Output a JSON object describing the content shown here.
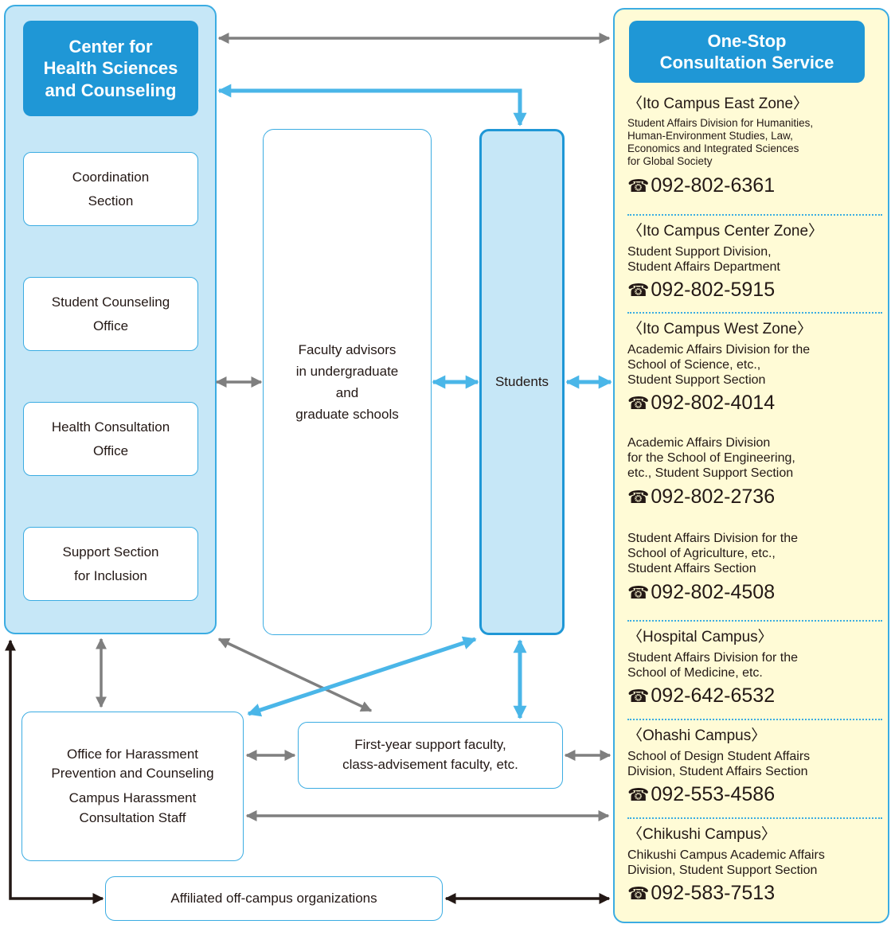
{
  "colors": {
    "blue": "#1f97d6",
    "light_blue_fill": "#c6e7f7",
    "sky_arrow": "#4ab6e8",
    "gray_arrow": "#7f7f7f",
    "black_arrow": "#231815",
    "cream": "#fffbd6"
  },
  "center": {
    "title": "Center for\nHealth Sciences\nand Counseling",
    "sections": [
      "Coordination\nSection",
      "Student Counseling\nOffice",
      "Health Consultation\nOffice",
      "Support Section\nfor Inclusion"
    ]
  },
  "faculty_advisors": "Faculty advisors\nin undergraduate\nand\ngraduate schools",
  "students": "Students",
  "first_year": "First-year support faculty,\nclass-advisement faculty, etc.",
  "harassment": {
    "office": "Office for Harassment\nPrevention and Counseling",
    "staff": "Campus Harassment\nConsultation Staff"
  },
  "affiliated": "Affiliated off-campus organizations",
  "onestop": {
    "title": "One-Stop\nConsultation Service",
    "phone_icon": "telephone-icon",
    "sections": [
      {
        "zone": "〈Ito Campus East Zone〉",
        "desc": "Student Affairs Division for Humanities,\nHuman-Environment Studies, Law,\nEconomics and Integrated Sciences\nfor Global Society",
        "phone": "092-802-6361"
      },
      {
        "zone": "〈Ito Campus Center Zone〉",
        "desc": "Student Support Division,\nStudent Affairs Department",
        "phone": "092-802-5915"
      },
      {
        "zone": "〈Ito Campus West Zone〉",
        "desc": "Academic Affairs Division for the\nSchool of Science, etc.,\nStudent Support Section",
        "phone": "092-802-4014"
      },
      {
        "zone": "",
        "desc": "Academic Affairs Division\nfor the School of Engineering,\netc., Student Support Section",
        "phone": "092-802-2736"
      },
      {
        "zone": "",
        "desc": "Student Affairs Division for the\nSchool of Agriculture, etc.,\nStudent Affairs Section",
        "phone": "092-802-4508"
      },
      {
        "zone": "〈Hospital Campus〉",
        "desc": "Student Affairs Division for the\nSchool of Medicine, etc.",
        "phone": "092-642-6532"
      },
      {
        "zone": "〈Ohashi Campus〉",
        "desc": "School of Design Student Affairs\nDivision, Student Affairs Section",
        "phone": "092-553-4586"
      },
      {
        "zone": "〈Chikushi Campus〉",
        "desc": "Chikushi Campus Academic Affairs\nDivision, Student Support Section",
        "phone": "092-583-7513"
      }
    ]
  }
}
